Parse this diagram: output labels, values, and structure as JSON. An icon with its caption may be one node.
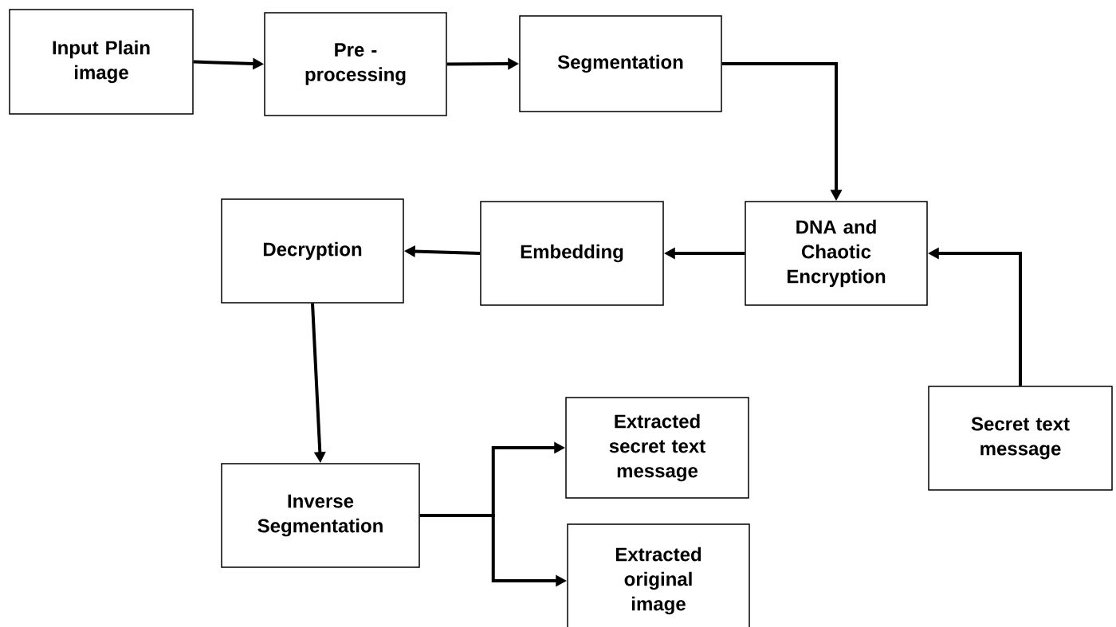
{
  "diagram": {
    "nodes": [
      {
        "text": [
          "Input Plain image"
        ]
      },
      {
        "text": [
          "Pre - processing"
        ]
      },
      {
        "text": [
          "Segmentation"
        ]
      },
      {
        "text": [
          "DNA and Chaotic Encryption"
        ]
      },
      {
        "text": [
          "Embedding"
        ]
      },
      {
        "text": [
          "Decryption"
        ]
      },
      {
        "text": [
          "Secret text message"
        ]
      },
      {
        "text": [
          "Inverse Segmentation"
        ]
      },
      {
        "text": [
          "Extracted secret text message"
        ]
      },
      {
        "text": [
          "Extracted original image"
        ]
      }
    ],
    "edges": [
      {
        "from": 0,
        "to": 1,
        "arrow": "to"
      },
      {
        "from": 1,
        "to": 2,
        "arrow": "to"
      },
      {
        "from": 2,
        "to": 3,
        "arrow": "to"
      },
      {
        "from": 3,
        "to": 4,
        "arrow": "to"
      },
      {
        "from": 4,
        "to": 5,
        "arrow": "to"
      },
      {
        "from": 6,
        "to": 3,
        "arrow": "to"
      },
      {
        "from": 5,
        "to": 7,
        "arrow": "to"
      },
      {
        "from": 7,
        "to": 8,
        "arrow": "to"
      },
      {
        "from": 7,
        "to": 9,
        "arrow": "to"
      }
    ]
  }
}
